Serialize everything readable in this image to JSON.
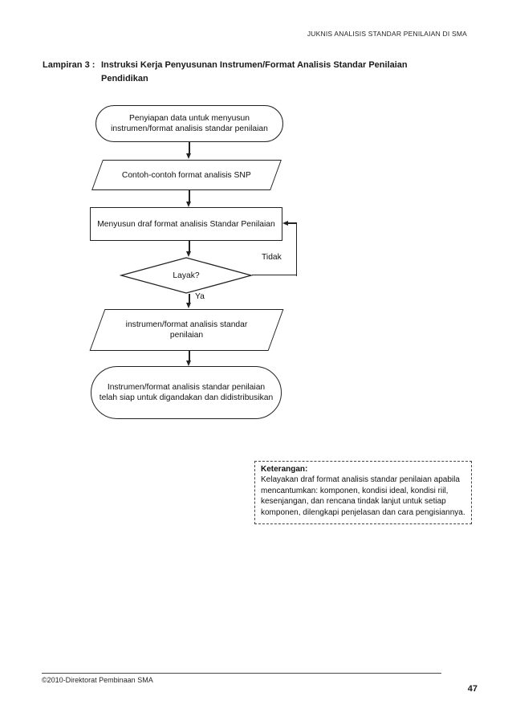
{
  "page": {
    "header": "JUKNIS ANALISIS STANDAR PENILAIAN DI SMA",
    "footer": "©2010-Direktorat Pembinaan SMA",
    "page_number": "47"
  },
  "title": {
    "label": "Lampiran 3 :",
    "line1": "Instruksi Kerja Penyusunan Instrumen/Format Analisis Standar Penilaian",
    "line2": "Pendidikan"
  },
  "flowchart": {
    "start": {
      "lines": [
        "Penyiapan data untuk menyusun",
        "instrumen/format analisis standar penilaian"
      ]
    },
    "input_contoh": {
      "lines": [
        "Contoh-contoh format analisis SNP"
      ]
    },
    "process_menyusun": {
      "lines": [
        "Menyusun draf format analisis Standar Penilaian"
      ]
    },
    "decision": {
      "label": "Layak?",
      "branch_no": "Tidak",
      "branch_yes": "Ya"
    },
    "output_instrumen": {
      "lines": [
        "instrumen/format analisis standar",
        "penilaian"
      ]
    },
    "end": {
      "lines": [
        "Instrumen/format analisis standar penilaian",
        "telah siap untuk digandakan dan didistribusikan"
      ]
    }
  },
  "note": {
    "title": "Keterangan:",
    "body": "Kelayakan draf format analisis standar penilaian apabila mencantumkan: komponen, kondisi ideal, kondisi riil, kesenjangan, dan rencana tindak lanjut untuk setiap komponen, dilengkapi penjelasan dan cara pengisiannya."
  },
  "colors": {
    "ink": "#222222",
    "paper": "#ffffff"
  }
}
